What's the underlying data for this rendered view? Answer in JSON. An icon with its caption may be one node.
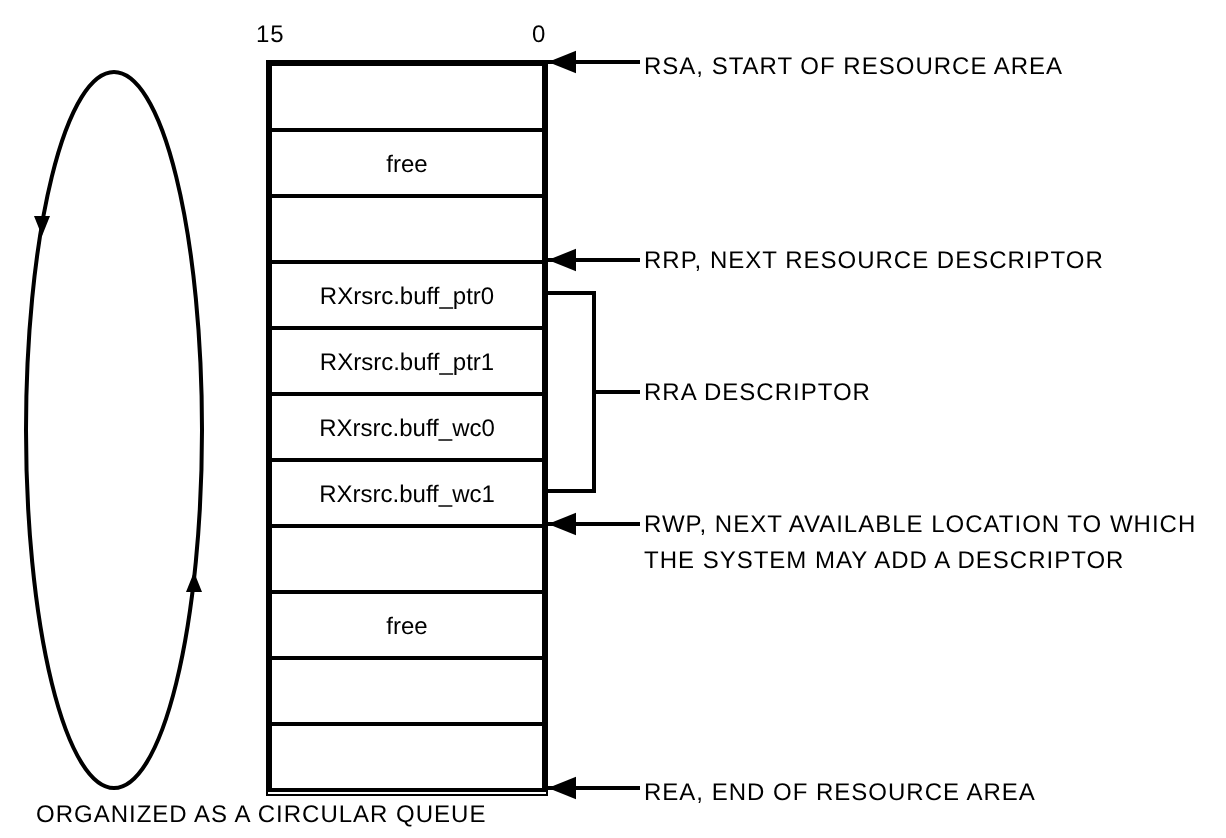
{
  "diagram": {
    "nodes": [
      {
        "text": [],
        "shape": "box"
      },
      {
        "text": [],
        "shape": "box",
        "in": 0
      },
      {
        "text": [
          "free"
        ],
        "in": 0
      },
      {
        "text": [],
        "shape": "box",
        "in": 0
      },
      {
        "text": [
          "RXrsrc.buff_ptr0"
        ],
        "in": 0
      },
      {
        "text": [
          "RXrsrc.buff_ptr1"
        ],
        "in": 0
      },
      {
        "text": [
          "RXrsrc.buff_wc0"
        ],
        "in": 0
      },
      {
        "text": [
          "RXrsrc.buff_wc1"
        ],
        "in": 0
      },
      {
        "text": [],
        "shape": "box",
        "in": 0
      },
      {
        "text": [
          "free"
        ],
        "in": 0
      },
      {
        "text": [],
        "shape": "box",
        "in": 0
      },
      {
        "text": [],
        "shape": "box",
        "in": 0
      },
      {
        "text": [
          "RSA, START OF RESOURCE AREA"
        ]
      },
      {
        "text": [
          "RRP, NEXT RESOURCE DESCRIPTOR"
        ]
      },
      {
        "text": [
          "RRA DESCRIPTOR"
        ]
      },
      {
        "text": [
          "RWP, NEXT AVAILABLE LOCATION TO WHICH THE SYSTEM MAY ADD A DESCRIPTOR"
        ]
      },
      {
        "text": [
          "REA, END OF RESOURCE AREA"
        ]
      }
    ],
    "edges": [
      {
        "from": 12,
        "to": 1,
        "arrow": "to"
      },
      {
        "from": 13,
        "to": 4,
        "arrow": "to"
      },
      {
        "from": 14,
        "to": 4,
        "arrow": "none"
      },
      {
        "from": 14,
        "to": 7,
        "arrow": "none"
      },
      {
        "from": 15,
        "to": 8,
        "arrow": "to"
      },
      {
        "from": 16,
        "to": 11,
        "arrow": "to"
      }
    ],
    "labels": [
      "15",
      "0",
      "ORGANIZED AS A CIRCULAR QUEUE"
    ]
  }
}
